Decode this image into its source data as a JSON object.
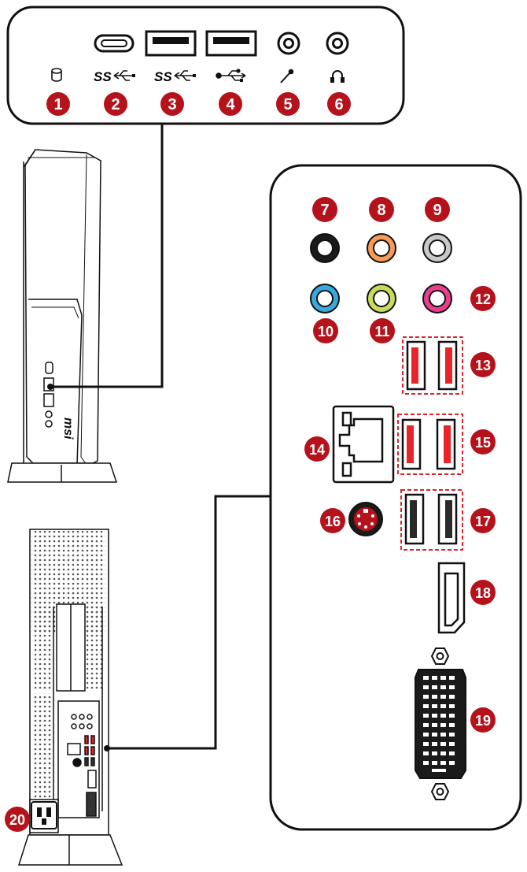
{
  "colors": {
    "badge": "#b5121b",
    "usb_red": "#e8232a",
    "port_black": "#1a1a1a",
    "port_orange": "#f59a57",
    "port_gray": "#c9c9c9",
    "port_blue": "#37a9de",
    "port_lime": "#c8dc5a",
    "port_pink": "#e83e8c",
    "dash_red": "#d9232d"
  },
  "front_panel": {
    "icons": [
      "hdd-led-icon",
      "usb3-ss-icon",
      "usb3-ss-icon",
      "usb2-icon",
      "microphone-icon",
      "headphone-icon"
    ],
    "ss_label": "SS",
    "badges": [
      "1",
      "2",
      "3",
      "4",
      "5",
      "6"
    ]
  },
  "rear_panel": {
    "audio_badges": [
      "7",
      "8",
      "9",
      "10",
      "11",
      "12"
    ],
    "port_badges": [
      "13",
      "14",
      "15",
      "16",
      "17",
      "18",
      "19"
    ]
  },
  "chassis": {
    "brand": "msi",
    "power_badge": "20"
  }
}
